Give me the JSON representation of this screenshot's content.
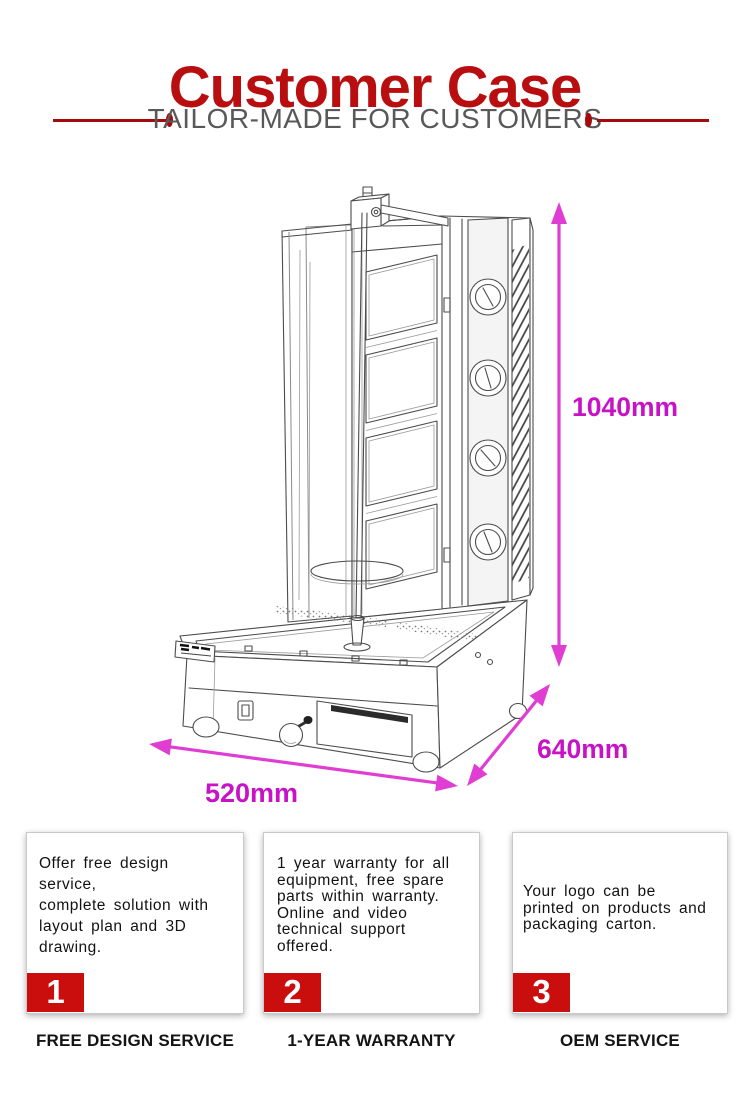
{
  "header": {
    "title": "Customer Case",
    "subtitle": "TAILOR-MADE FOR CUSTOMERS"
  },
  "colors": {
    "title_red": "#B80E10",
    "accent_red": "#A50B0C",
    "badge_red": "#CA0E0E",
    "dimension_arrow_magenta": "#E03ED2",
    "dimension_text_magenta": "#C712C6",
    "subtitle_gray": "#595959"
  },
  "diagram": {
    "dimensions": {
      "height": "1040mm",
      "depth": "640mm",
      "width": "520mm"
    }
  },
  "cards": [
    {
      "number": "1",
      "text": "Offer free design\nservice,\ncomplete solution with\nlayout plan and 3D\ndrawing.",
      "label": "FREE DESIGN SERVICE"
    },
    {
      "number": "2",
      "text": "1 year warranty for all\nequipment, free spare\nparts within warranty.\nOnline and video\ntechnical support\noffered.",
      "label": "1-YEAR WARRANTY"
    },
    {
      "number": "3",
      "text": "Your logo can be\nprinted on products and\npackaging carton.",
      "label": "OEM SERVICE"
    }
  ]
}
